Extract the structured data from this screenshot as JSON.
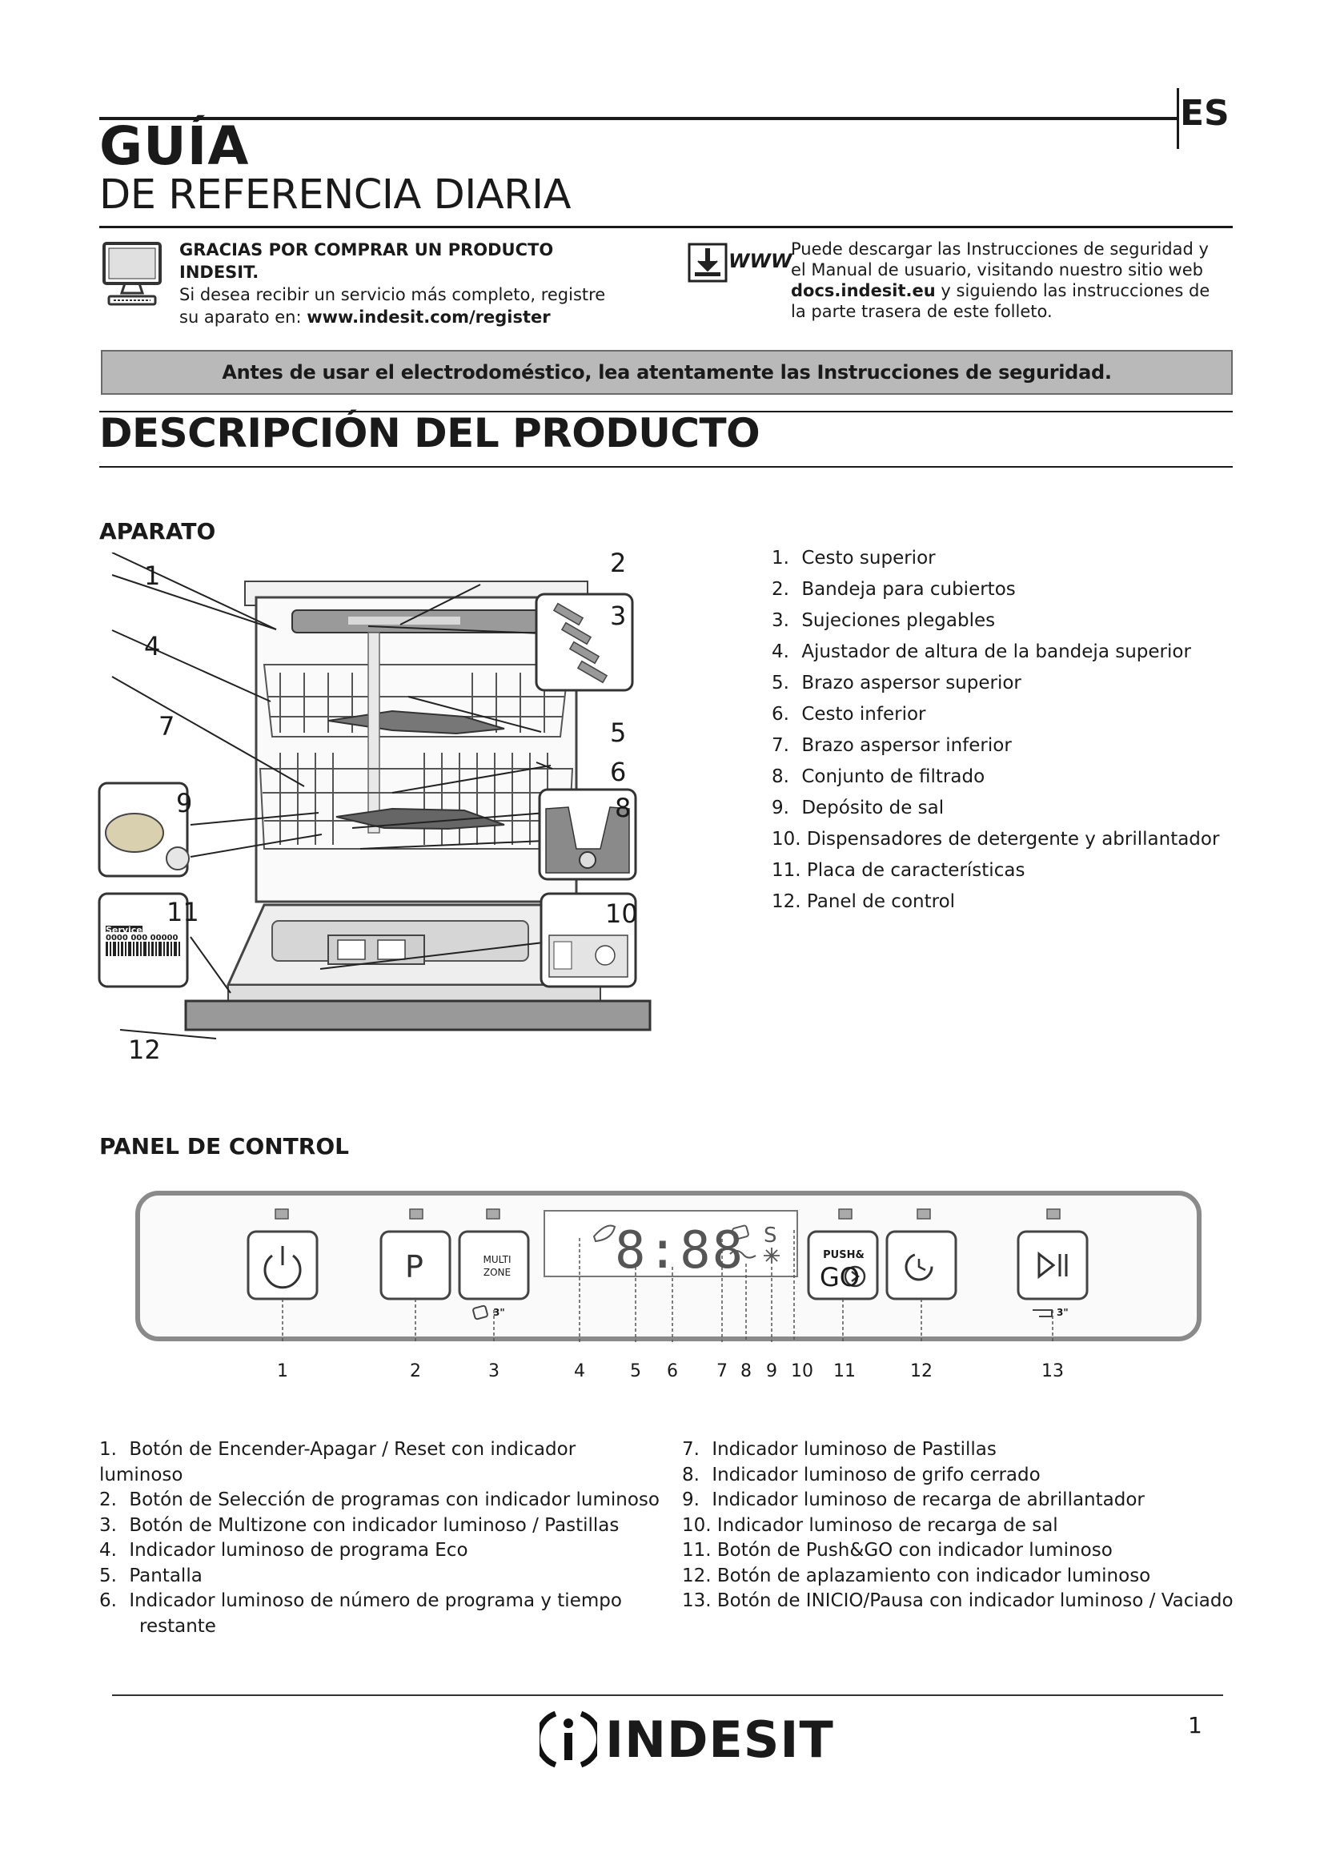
{
  "header": {
    "lang_code": "ES",
    "title": "GUÍA",
    "subtitle": "DE REFERENCIA DIARIA"
  },
  "intro": {
    "thanks_heading": "GRACIAS POR COMPRAR UN PRODUCTO INDESIT.",
    "thanks_text_1": "Si desea recibir un servicio más completo, registre su aparato en: ",
    "register_url": "www.indesit.com/register",
    "download_text_1": "Puede descargar las Instrucciones de seguridad y el Manual de usuario, visitando nuestro sitio web ",
    "download_url": "docs.indesit.eu",
    "download_text_2": " y siguiendo las instrucciones de la parte trasera de este folleto.",
    "www_label": "WWW"
  },
  "banner": "Antes de usar el electrodoméstico, lea atentamente las Instrucciones de seguridad.",
  "section_title": "DESCRIPCIÓN DEL PRODUCTO",
  "appliance": {
    "heading": "APARATO",
    "items": [
      {
        "num": "1.",
        "label": "Cesto superior"
      },
      {
        "num": "2.",
        "label": "Bandeja para cubiertos"
      },
      {
        "num": "3.",
        "label": "Sujeciones plegables"
      },
      {
        "num": "4.",
        "label": "Ajustador de altura de la bandeja superior"
      },
      {
        "num": "5.",
        "label": "Brazo aspersor superior"
      },
      {
        "num": "6.",
        "label": "Cesto inferior"
      },
      {
        "num": "7.",
        "label": "Brazo aspersor inferior"
      },
      {
        "num": "8.",
        "label": "Conjunto de filtrado"
      },
      {
        "num": "9.",
        "label": "Depósito de sal"
      },
      {
        "num": "10.",
        "label": "Dispensadores de detergente y abrillantador"
      },
      {
        "num": "11.",
        "label": "Placa de características"
      },
      {
        "num": "12.",
        "label": "Panel de control"
      }
    ],
    "callouts": [
      "1",
      "2",
      "3",
      "4",
      "5",
      "6",
      "7",
      "8",
      "9",
      "10",
      "11",
      "12"
    ],
    "rating_plate": {
      "service": "Service:",
      "code": "0000 000 00000"
    }
  },
  "control_panel": {
    "heading": "PANEL DE CONTROL",
    "display_digits": "8:88",
    "multizone_label_1": "MULTI",
    "multizone_label_2": "ZONE",
    "push_go_label": "PUSH&",
    "push_go_sub": "GO",
    "program_label": "P",
    "salt_symbol": "S",
    "hold_time": "3\"",
    "callout_numbers": [
      "1",
      "2",
      "3",
      "4",
      "5",
      "6",
      "7",
      "8",
      "9",
      "10",
      "11",
      "12",
      "13"
    ],
    "items_left": [
      {
        "num": "1.",
        "label": "Botón de Encender-Apagar / Reset con indicador luminoso"
      },
      {
        "num": "2.",
        "label": "Botón de Selección de programas con indicador luminoso"
      },
      {
        "num": "3.",
        "label": "Botón de Multizone con indicador luminoso / Pastillas"
      },
      {
        "num": "4.",
        "label": "Indicador luminoso de programa Eco"
      },
      {
        "num": "5.",
        "label": "Pantalla"
      },
      {
        "num": "6.",
        "label": "Indicador luminoso de número de programa y tiempo"
      },
      {
        "num": "",
        "label": "restante"
      }
    ],
    "items_right": [
      {
        "num": "7.",
        "label": "Indicador luminoso de Pastillas"
      },
      {
        "num": "8.",
        "label": "Indicador luminoso de grifo cerrado"
      },
      {
        "num": "9.",
        "label": "Indicador luminoso de recarga de abrillantador"
      },
      {
        "num": "10.",
        "label": "Indicador luminoso de recarga de sal"
      },
      {
        "num": "11.",
        "label": "Botón de Push&GO con indicador luminoso"
      },
      {
        "num": "12.",
        "label": "Botón de aplazamiento con indicador luminoso"
      },
      {
        "num": "13.",
        "label": "Botón de INICIO/Pausa con indicador luminoso / Vaciado"
      }
    ]
  },
  "footer": {
    "brand": "INDESIT",
    "page_number": "1"
  }
}
